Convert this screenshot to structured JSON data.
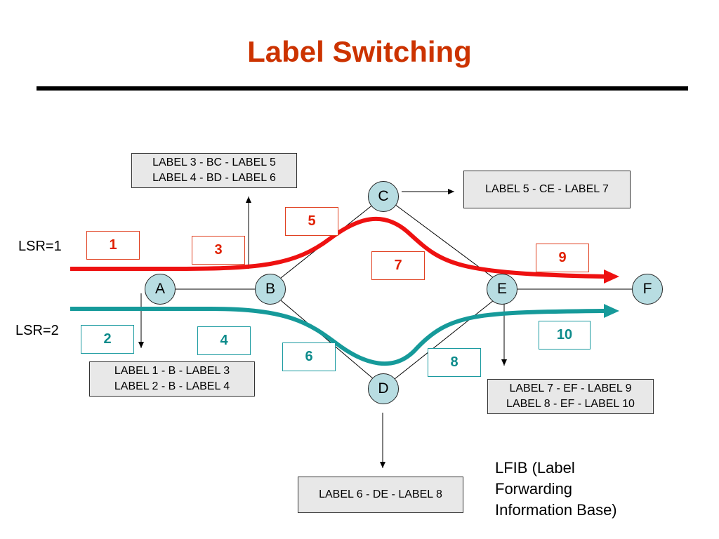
{
  "title": "Label Switching",
  "lsr": {
    "one": "LSR=1",
    "two": "LSR=2"
  },
  "nodes": {
    "a": "A",
    "b": "B",
    "c": "C",
    "d": "D",
    "e": "E",
    "f": "F"
  },
  "label_tables": {
    "b": [
      "LABEL 3 - BC - LABEL 5",
      "LABEL 4 - BD - LABEL 6"
    ],
    "c": [
      "LABEL 5 - CE - LABEL 7"
    ],
    "a": [
      "LABEL 1 - B - LABEL 3",
      "LABEL 2 - B - LABEL 4"
    ],
    "e": [
      "LABEL 7 - EF - LABEL 9",
      "LABEL 8 - EF - LABEL 10"
    ],
    "d": [
      "LABEL 6 - DE - LABEL 8"
    ]
  },
  "labels": {
    "l1": "1",
    "l2": "2",
    "l3": "3",
    "l4": "4",
    "l5": "5",
    "l6": "6",
    "l7": "7",
    "l8": "8",
    "l9": "9",
    "l10": "10"
  },
  "lfib": "LFIB (Label Forwarding Information Base)",
  "colors": {
    "red_path": "#ee1111",
    "teal_path": "#169a9a",
    "title": "#cc3300",
    "node_fill": "#b8dde2"
  }
}
